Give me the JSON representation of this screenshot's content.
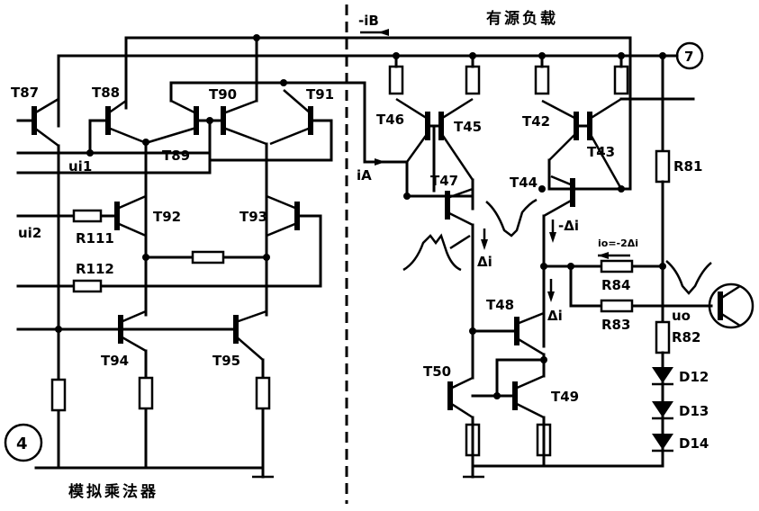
{
  "sections": {
    "left_title": "模拟乘法器",
    "right_title": "有源负载"
  },
  "nodes": {
    "left_circle": "4",
    "right_circle": "7"
  },
  "transistors": {
    "t87": "T87",
    "t88": "T88",
    "t89": "T89",
    "t90": "T90",
    "t91": "T91",
    "t92": "T92",
    "t93": "T93",
    "t94": "T94",
    "t95": "T95",
    "t46": "T46",
    "t45": "T45",
    "t47": "T47",
    "t42": "T42",
    "t43": "T43",
    "t44": "T44",
    "t48": "T48",
    "t49": "T49",
    "t50": "T50"
  },
  "resistors": {
    "r111": "R111",
    "r112": "R112",
    "r81": "R81",
    "r84": "R84",
    "r83": "R83",
    "r82": "R82"
  },
  "diodes": {
    "d12": "D12",
    "d13": "D13",
    "d14": "D14"
  },
  "signals": {
    "ui1": "ui1",
    "ui2": "ui2",
    "uo": "uo",
    "ib": "-iB",
    "ia": "iA",
    "delta_i_1": "Δi",
    "delta_i_2": "-Δi",
    "delta_i_3": "Δi",
    "io": "io=-2Δi"
  }
}
